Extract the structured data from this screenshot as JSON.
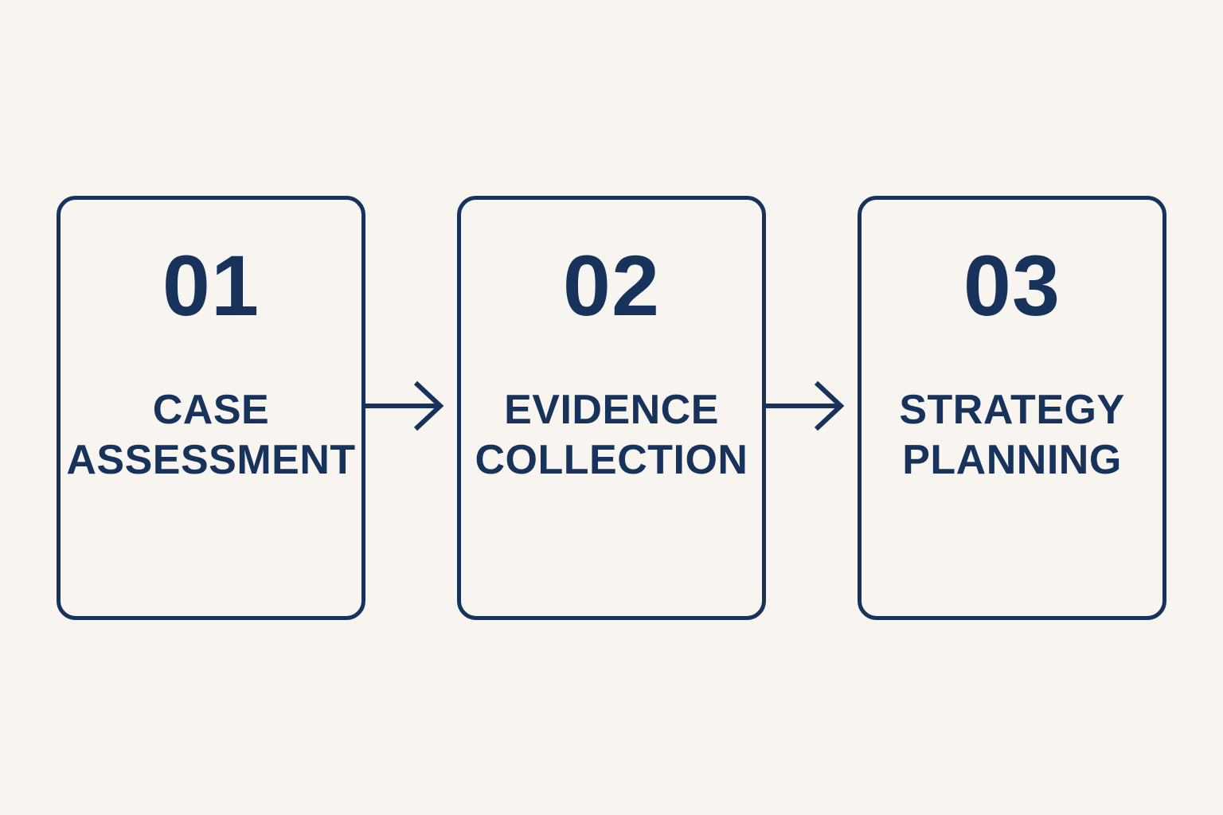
{
  "diagram": {
    "type": "process-flow",
    "steps": [
      {
        "number": "01",
        "label": "CASE ASSESSMENT",
        "label_lines": [
          "CASE",
          "ASSESSMENT"
        ]
      },
      {
        "number": "02",
        "label": "EVIDENCE COLLECTION",
        "label_lines": [
          "EVIDENCE",
          "COLLECTION"
        ]
      },
      {
        "number": "03",
        "label": "STRATEGY PLANNING",
        "label_lines": [
          "STRATEGY",
          "PLANNING"
        ]
      }
    ],
    "connector": "arrow-right"
  },
  "colors": {
    "navy": "#17325B",
    "background": "#F8F5F0"
  }
}
